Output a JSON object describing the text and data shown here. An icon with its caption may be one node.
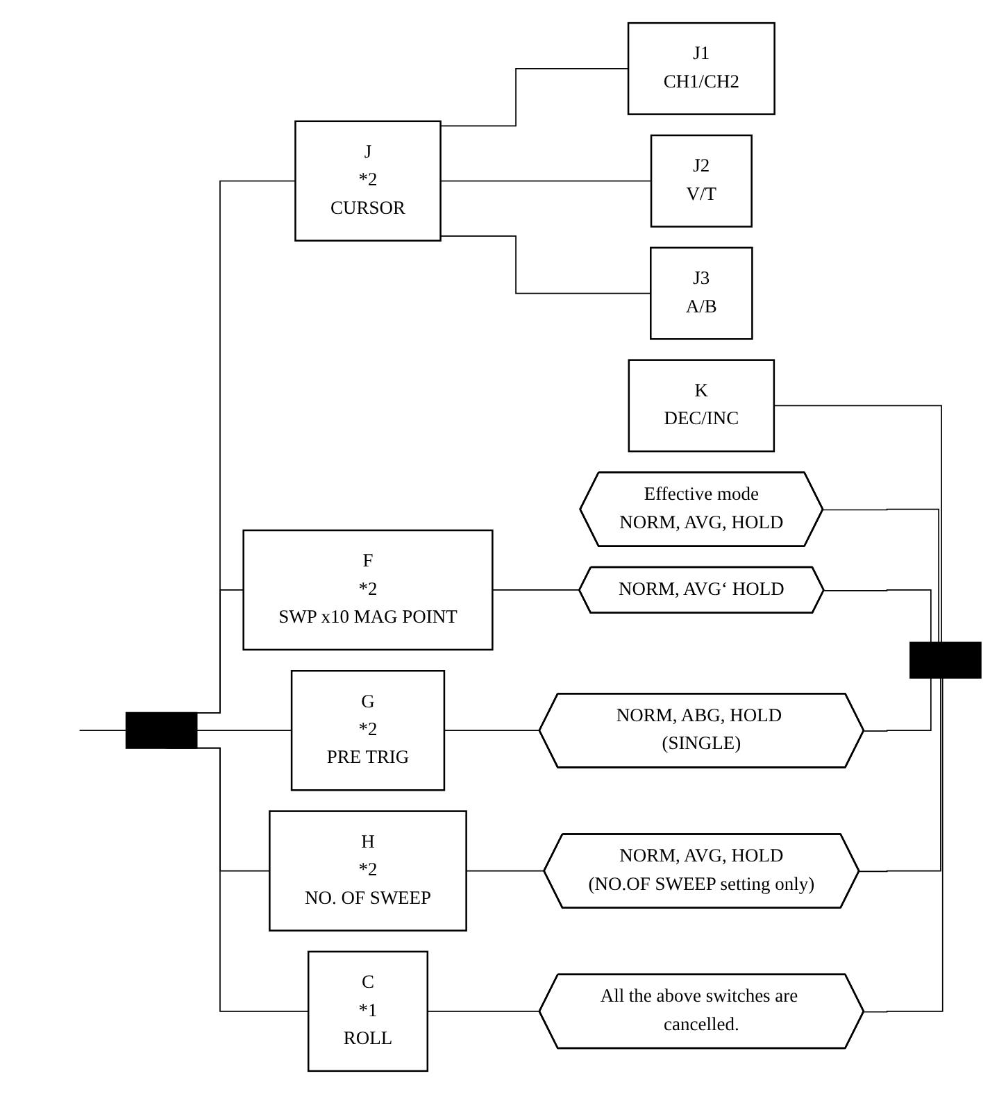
{
  "diagram": {
    "nodes": [
      {
        "text": [
          "J",
          "*2",
          "CURSOR"
        ]
      },
      {
        "text": [
          "J1",
          "CH1/CH2"
        ]
      },
      {
        "text": [
          "J2",
          "V/T"
        ]
      },
      {
        "text": [
          "J3",
          "A/B"
        ]
      },
      {
        "text": [
          "K",
          "DEC/INC"
        ]
      },
      {
        "text": [
          "Effective mode",
          "NORM, AVG, HOLD"
        ]
      },
      {
        "text": [
          "F",
          "*2",
          "SWP x10 MAG POINT"
        ]
      },
      {
        "text": [
          "NORM, AVG‘ HOLD"
        ]
      },
      {
        "text": [
          "G",
          "*2",
          "PRE TRIG"
        ]
      },
      {
        "text": [
          "NORM, ABG, HOLD (SINGLE)"
        ]
      },
      {
        "text": [
          "H",
          "*2",
          "NO. OF SWEEP"
        ]
      },
      {
        "text": [
          "NORM, AVG, HOLD",
          "(NO.OF SWEEP setting only)"
        ]
      },
      {
        "text": [
          "C",
          "*1",
          "ROLL"
        ]
      },
      {
        "text": [
          "All the above switches are cancelled."
        ]
      },
      {
        "text": [],
        "shape": "bar"
      },
      {
        "text": [],
        "shape": "bar"
      }
    ],
    "edges": [
      {
        "from": null,
        "to": 14,
        "arrow": "none"
      },
      {
        "from": 14,
        "to": 0,
        "arrow": "none"
      },
      {
        "from": 0,
        "to": 1,
        "arrow": "none"
      },
      {
        "from": 0,
        "to": 2,
        "arrow": "none"
      },
      {
        "from": 0,
        "to": 3,
        "arrow": "none"
      },
      {
        "from": 4,
        "to": 15,
        "arrow": "none"
      },
      {
        "from": 5,
        "to": 15,
        "arrow": "none"
      },
      {
        "from": 14,
        "to": 6,
        "arrow": "none"
      },
      {
        "from": 6,
        "to": 7,
        "arrow": "none"
      },
      {
        "from": 7,
        "to": 15,
        "arrow": "none"
      },
      {
        "from": 14,
        "to": 8,
        "arrow": "none"
      },
      {
        "from": 8,
        "to": 9,
        "arrow": "none"
      },
      {
        "from": 9,
        "to": 15,
        "arrow": "none"
      },
      {
        "from": 14,
        "to": 10,
        "arrow": "none"
      },
      {
        "from": 10,
        "to": 11,
        "arrow": "none"
      },
      {
        "from": 11,
        "to": 15,
        "arrow": "none"
      },
      {
        "from": 14,
        "to": 12,
        "arrow": "none"
      },
      {
        "from": 12,
        "to": 13,
        "arrow": "none"
      },
      {
        "from": 13,
        "to": 15,
        "arrow": "none"
      }
    ]
  }
}
